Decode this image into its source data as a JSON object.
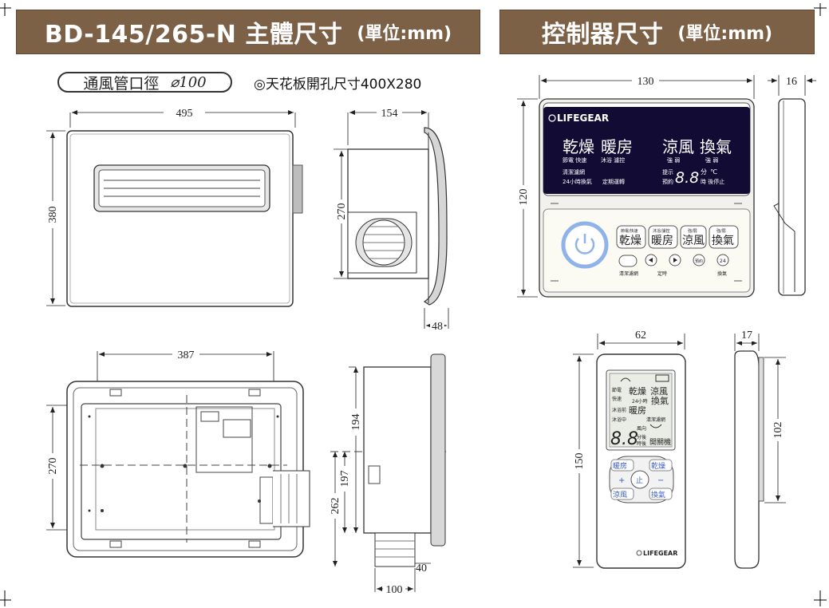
{
  "header": {
    "main_title": "BD-145/265-N 主體尺寸",
    "main_unit": "(單位:mm)",
    "ctrl_title": "控制器尺寸",
    "ctrl_unit": "(單位:mm)"
  },
  "main_unit_info": {
    "vent_label": "通風管口徑",
    "vent_dia": "⌀100",
    "ceiling_note": "◎天花板開孔尺寸400X280"
  },
  "dimensions": {
    "front_width": "495",
    "front_height": "380",
    "side_width": "154",
    "side_height": "270",
    "side_flange": "48",
    "back_width": "387",
    "back_height": "270",
    "sec_a": "194",
    "sec_b": "197",
    "sec_c": "262",
    "duct_width": "100",
    "duct_depth": "40",
    "panel_width": "130",
    "panel_height": "120",
    "panel_depth": "16",
    "remote_width": "62",
    "remote_height": "150",
    "remote_depth": "17",
    "remote_side_h": "102"
  },
  "panel": {
    "brand": "LIFEGEAR",
    "dry": "乾燥",
    "warm": "暖房",
    "cool": "涼風",
    "vent": "換氣",
    "dry_sub": "節電 快速",
    "warm_sub": "沐浴 濾控",
    "cool_sub": "強  弱",
    "vent_sub": "強  弱",
    "filter": "清潔濾網",
    "h24": "24小時換氣",
    "timer_note": "定期運轉",
    "hint": "提示",
    "reserve": "預約",
    "seg": "8.8",
    "min": "分",
    "degc": "℃",
    "hr_stop": "時 後停止",
    "btn_dry_top": "節電/快速",
    "btn_warm_top": "沐浴/濾控",
    "btn_cool_top": "強/弱",
    "btn_vent_top": "強/弱",
    "btn_filter": "清潔濾網",
    "btn_timer": "定時",
    "btn_reserve": "預約",
    "btn_24": "24",
    "btn_vent_lbl": "換氣"
  },
  "remote": {
    "brand": "LIFEGEAR",
    "save": "節電",
    "fast": "快速",
    "dry": "乾燥",
    "cool": "涼風",
    "h24": "24小時",
    "vent": "換氣",
    "bath": "沐浴前",
    "warm": "暖房",
    "bathing": "沐浴中",
    "filter": "清潔濾網",
    "dir": "風向",
    "seg": "8.8",
    "min": "分後",
    "timer": "時後",
    "onoff": "開關機",
    "btn_warm": "暖房",
    "btn_dry": "乾燥",
    "btn_stop": "止",
    "btn_cool": "涼風",
    "btn_vent": "換氣",
    "plus": "+",
    "minus": "−"
  },
  "colors": {
    "banner": "#7c6147",
    "lcd": "#120c35",
    "power_ring": "#8fb3e8",
    "remote_btn": "#3a5bc4"
  }
}
